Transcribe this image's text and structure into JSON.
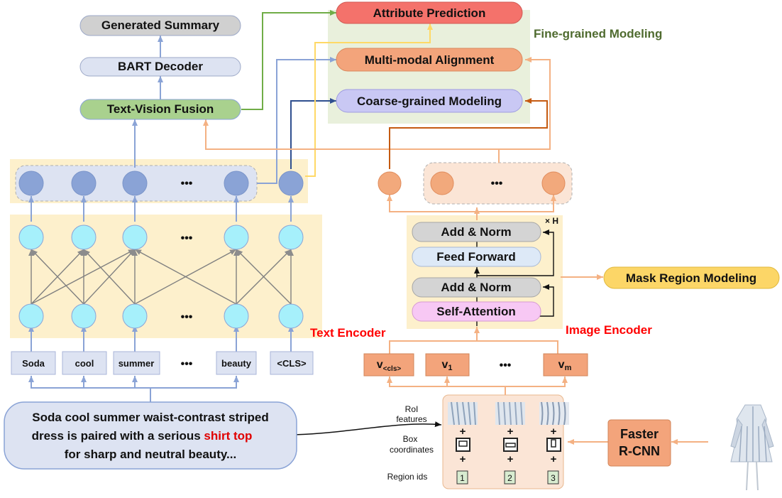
{
  "top_boxes": {
    "generated_summary": "Generated Summary",
    "bart_decoder": "BART Decoder",
    "text_vision_fusion": "Text-Vision Fusion",
    "attribute_prediction": "Attribute Prediction",
    "multimodal_alignment": "Multi-modal Alignment",
    "coarse_grained": "Coarse-grained Modeling",
    "fine_grained_label": "Fine-grained Modeling"
  },
  "text_encoder": {
    "label": "Text Encoder",
    "tokens": [
      "Soda",
      "cool",
      "summer",
      "•••",
      "beauty",
      "<CLS>"
    ],
    "ellipsis": "•••"
  },
  "image_encoder": {
    "label": "Image Encoder",
    "add_norm_top": "Add & Norm",
    "feed_forward": "Feed Forward",
    "add_norm_bottom": "Add & Norm",
    "self_attention": "Self-Attention",
    "repeat_label": "× H",
    "mask_region": "Mask Region Modeling",
    "ellipsis": "•••",
    "visual_tokens": [
      "v<cls>",
      "v1",
      "•••",
      "vm"
    ]
  },
  "input_text": {
    "line1": "Soda cool summer waist-contrast striped",
    "line2_prefix": "dress is paired with a serious ",
    "line2_highlight": "shirt top",
    "line3": "for sharp and neutral beauty..."
  },
  "regions": {
    "roi_features": [
      "RoI",
      "features"
    ],
    "box_coordinates": [
      "Box",
      "coordinates"
    ],
    "region_ids_label": "Region ids",
    "ids": [
      "1",
      "2",
      "3"
    ],
    "plus": "+"
  },
  "faster_rcnn": [
    "Faster",
    "R-CNN"
  ],
  "colors": {
    "panel": "#fdf0cc",
    "token_box": "#dde3f2",
    "circle_cyan": "#a6f0fb",
    "circle_blue": "#8aa3d6",
    "circle_orange": "#f2a97c",
    "green_box": "#a9d18e",
    "red_box": "#f4726b",
    "orange_box": "#f3a47b",
    "purple_box": "#c9c8f4",
    "yellow_box": "#fcd667",
    "highlight": "#e00000",
    "label_red": "#ff0000",
    "label_green": "#4f6b2f"
  }
}
